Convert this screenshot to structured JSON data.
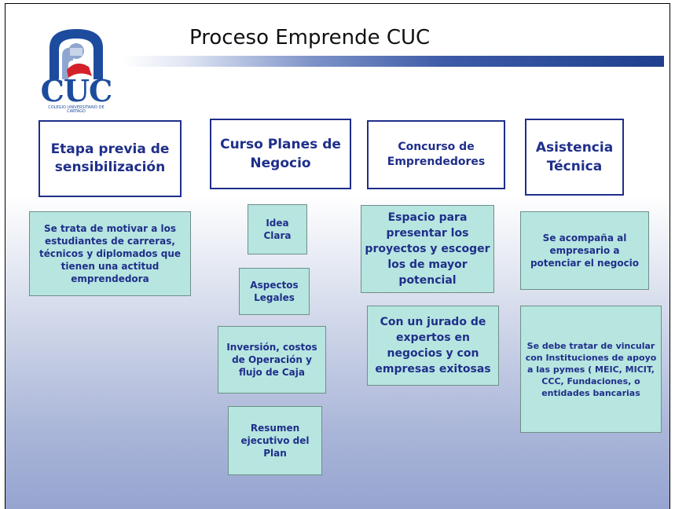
{
  "title": "Proceso Emprende CUC",
  "logo": {
    "letters": "CUC",
    "caption": "COLEGIO UNIVERSITARIO DE CARTAGO"
  },
  "columns": {
    "col1": {
      "heading": "Etapa previa de sensibilización",
      "notes": [
        "Se trata de motivar a los estudiantes de carreras, técnicos y diplomados que tienen una actitud emprendedora"
      ]
    },
    "col2": {
      "heading": "Curso Planes de Negocio",
      "notes": [
        "Idea Clara",
        "Aspectos Legales",
        "Inversión, costos de Operación y flujo de Caja",
        "Resumen ejecutivo del Plan"
      ]
    },
    "col3": {
      "heading": "Concurso de Emprendedores",
      "notes": [
        "Espacio para presentar los proyectos y escoger los de mayor potencial",
        "Con un jurado de expertos en negocios y con empresas exitosas"
      ]
    },
    "col4": {
      "heading": "Asistencia Técnica",
      "notes": [
        "Se acompaña al empresario a potenciar el negocio",
        "Se debe tratar de vincular con Instituciones de apoyo a las pymes ( MEIC, MICIT, CCC, Fundaciones, o entidades bancarias"
      ]
    }
  },
  "colors": {
    "heading_border": "#1f2f8a",
    "note_fill": "#b7e5e0",
    "text": "#1f2f8a",
    "logo_blue": "#1d4c9e",
    "logo_red": "#d4202a"
  }
}
